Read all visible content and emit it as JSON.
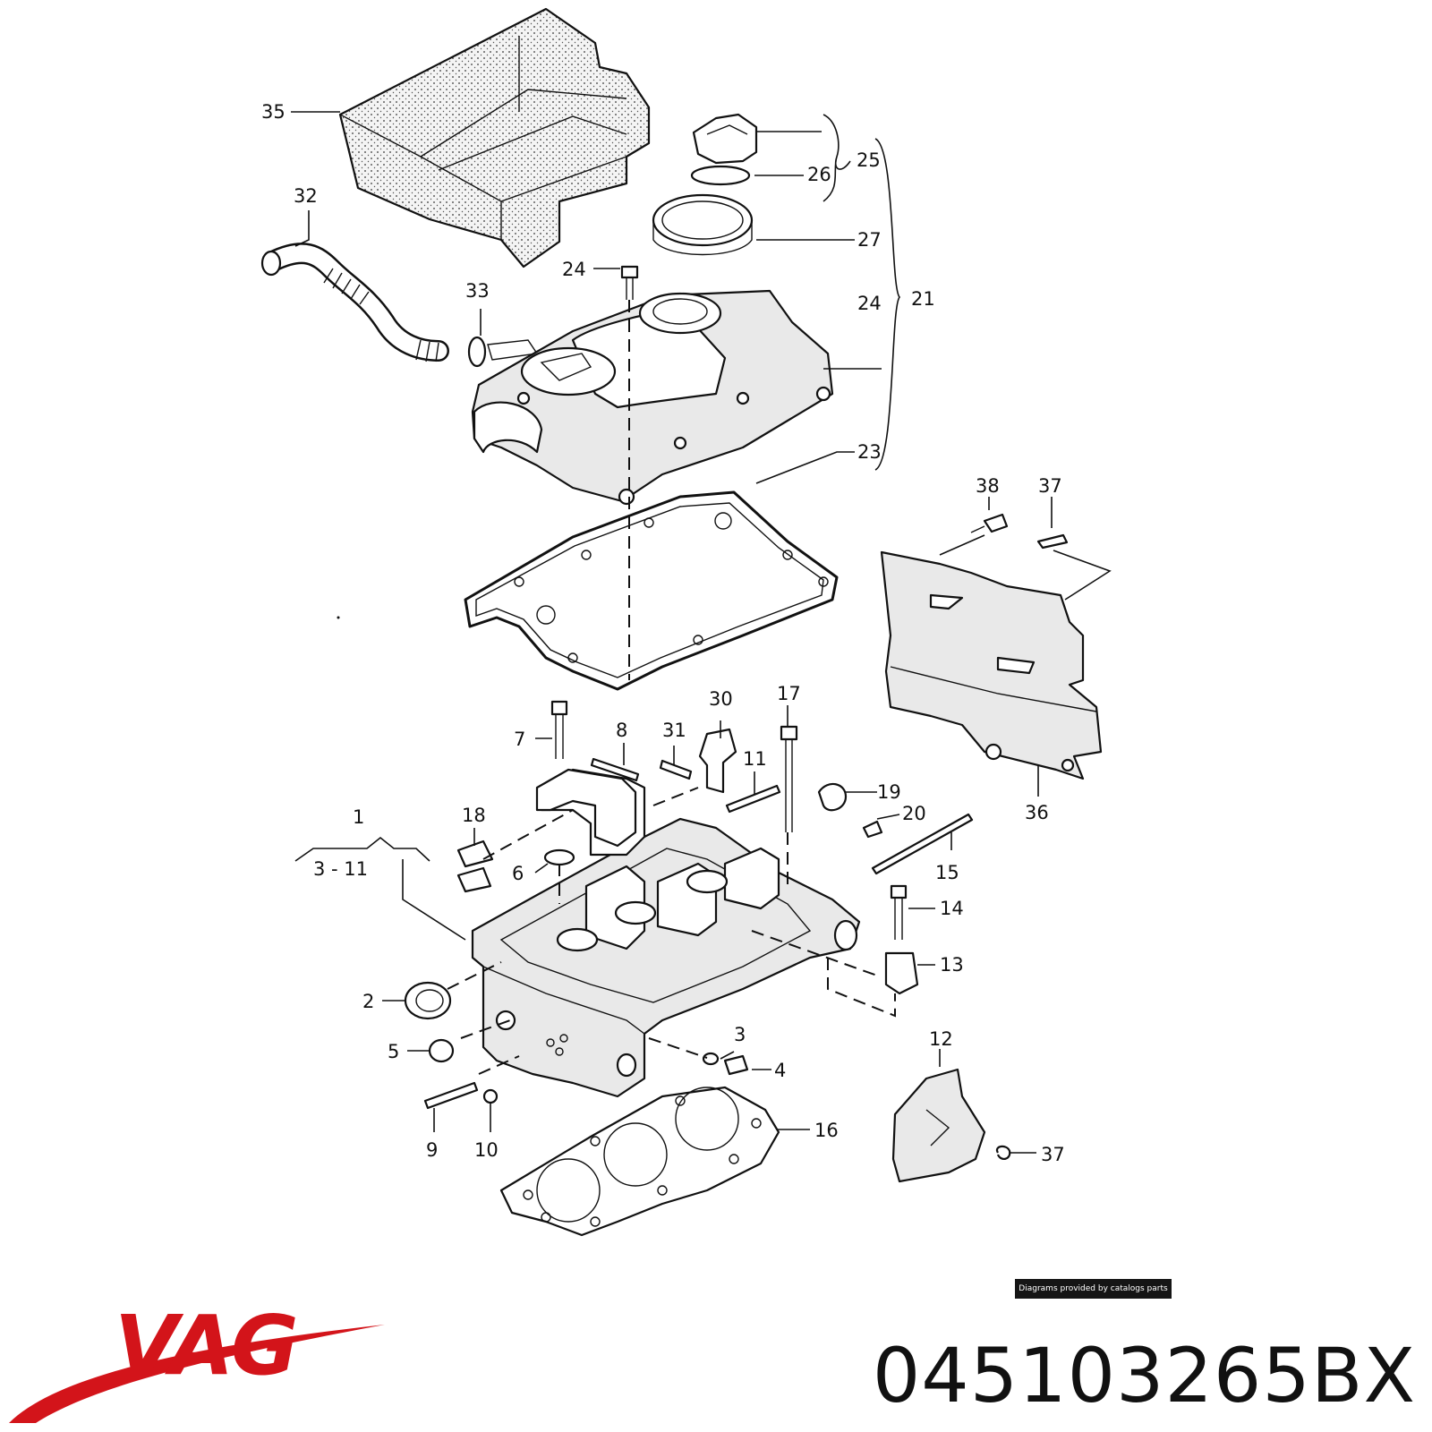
{
  "brand": {
    "name": "VAG",
    "color": "#d3141a"
  },
  "part_number": "045103265BX",
  "credit": "Diagrams provided by catalogs parts",
  "callouts": {
    "c1": "1",
    "c3_11": "3 - 11",
    "c2": "2",
    "c3": "3",
    "c4": "4",
    "c5": "5",
    "c6": "6",
    "c7": "7",
    "c8": "8",
    "c9": "9",
    "c10": "10",
    "c11": "11",
    "c12": "12",
    "c13": "13",
    "c14": "14",
    "c15": "15",
    "c16": "16",
    "c17": "17",
    "c18": "18",
    "c19": "19",
    "c20": "20",
    "c21": "21",
    "c23": "23",
    "c24a": "24",
    "c24b": "24",
    "c25": "25",
    "c26": "26",
    "c27": "27",
    "c30": "30",
    "c31": "31",
    "c32": "32",
    "c33": "33",
    "c35": "35",
    "c36": "36",
    "c37a": "37",
    "c37b": "37",
    "c38": "38"
  }
}
